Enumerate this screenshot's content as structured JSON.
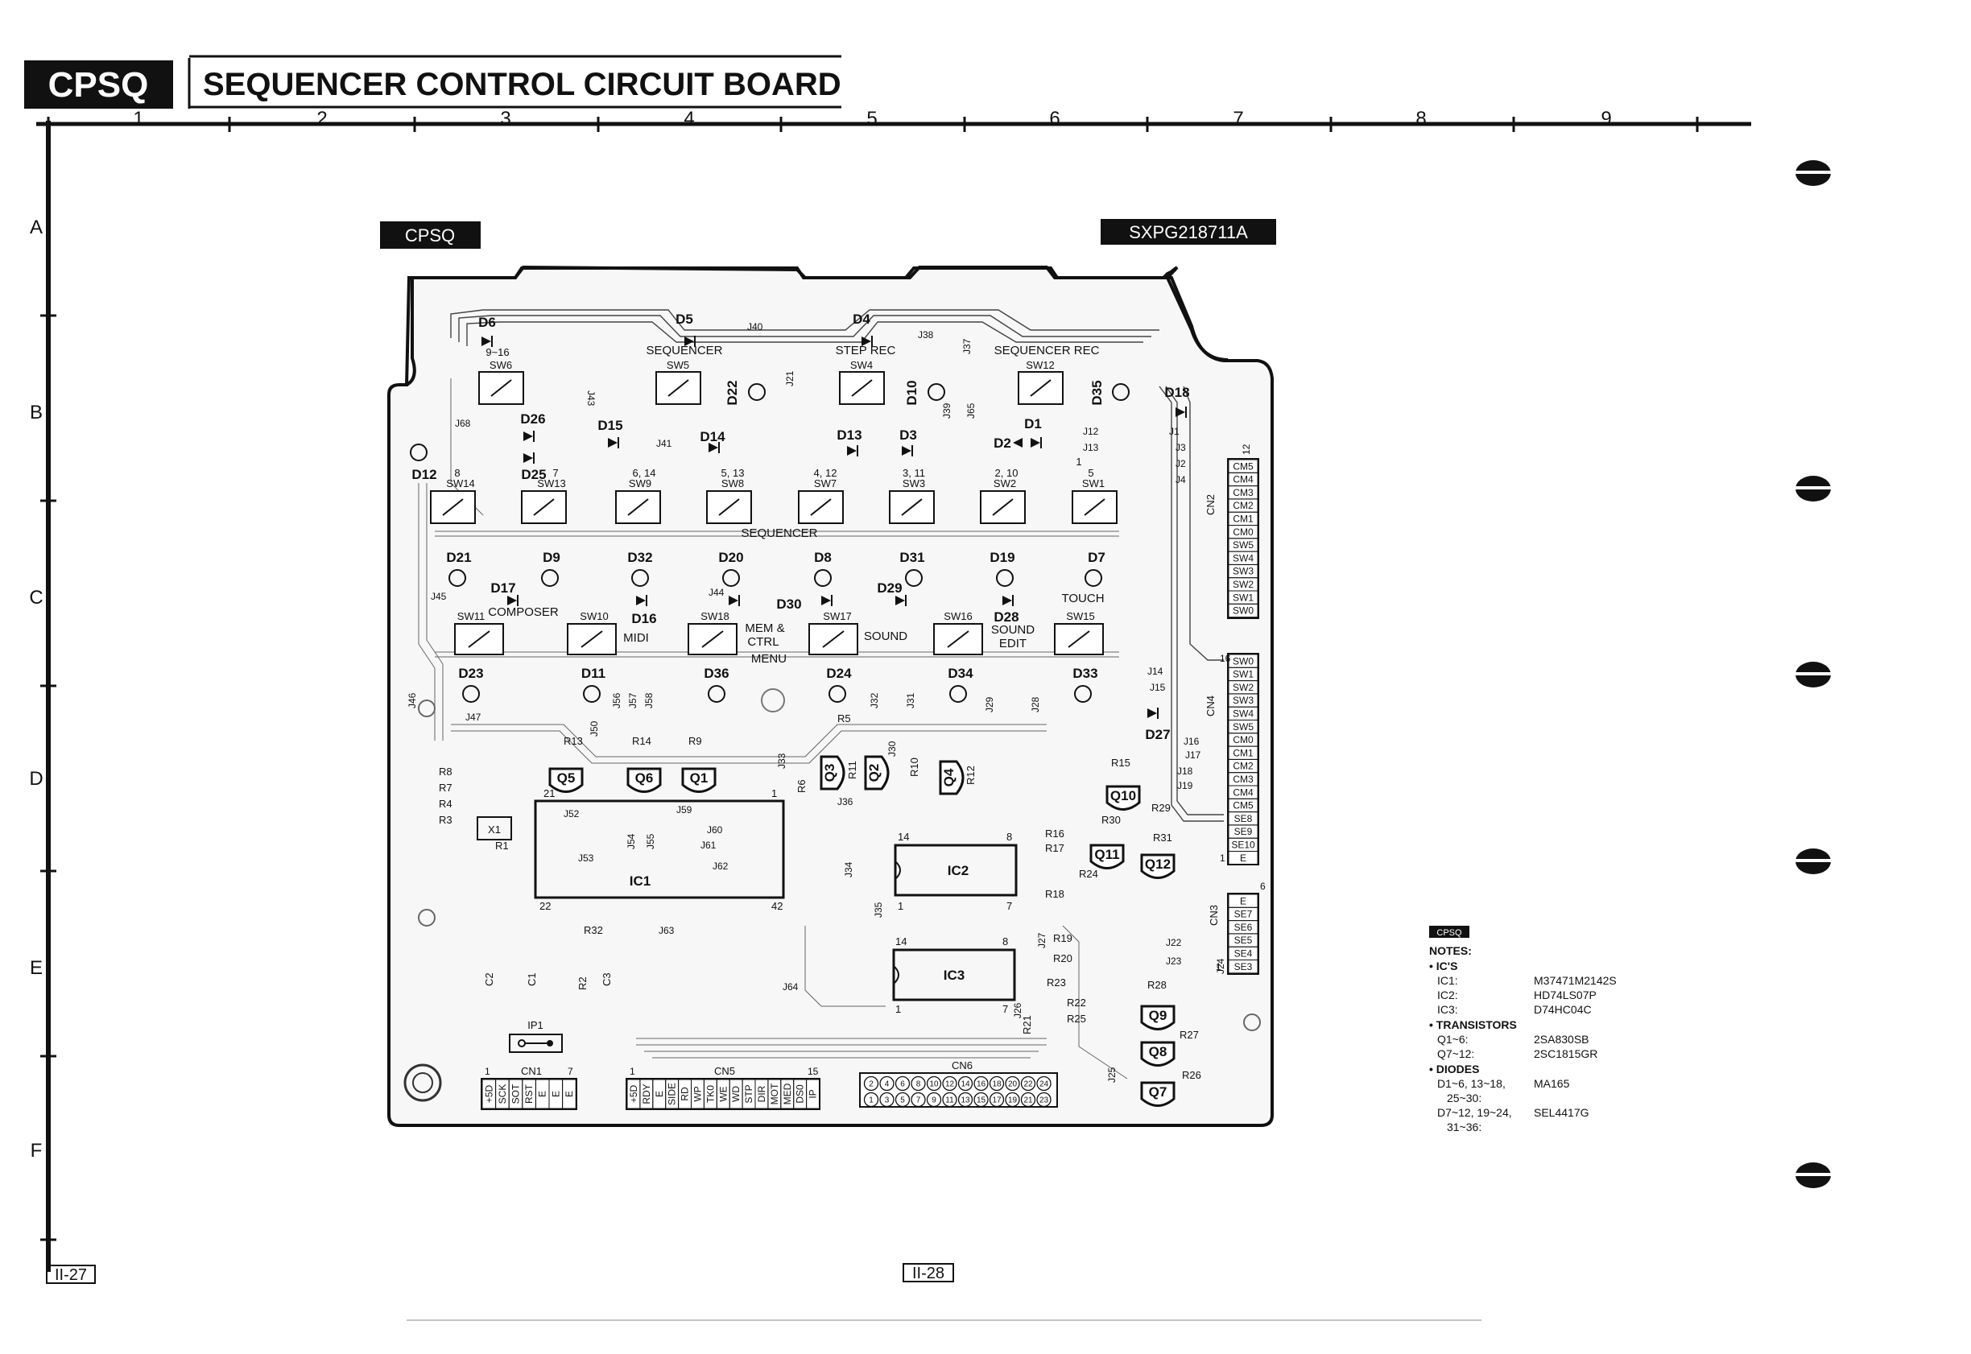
{
  "header": {
    "tag": "CPSQ",
    "title": "SEQUENCER CONTROL CIRCUIT BOARD"
  },
  "grid": {
    "columns": [
      "1",
      "2",
      "3",
      "4",
      "5",
      "6",
      "7",
      "8",
      "9"
    ],
    "rows": [
      "A",
      "B",
      "C",
      "D",
      "E",
      "F"
    ]
  },
  "board": {
    "tag": "CPSQ",
    "part_number": "SXPG218711A",
    "switch_labels": {
      "sw6": "SW6",
      "sw5": "SW5",
      "sw4": "SW4",
      "sw12": "SW12",
      "sw14": "SW14",
      "sw13": "SW13",
      "sw9": "SW9",
      "sw8": "SW8",
      "sw7": "SW7",
      "sw3": "SW3",
      "sw2": "SW2",
      "sw1": "SW1",
      "sw11": "SW11",
      "sw10": "SW10",
      "sw18": "SW18",
      "sw17": "SW17",
      "sw16": "SW16",
      "sw15": "SW15"
    },
    "function_labels": {
      "sequencer_top": "SEQUENCER",
      "step_rec": "STEP REC",
      "sequencer_rec": "SEQUENCER REC",
      "sequencer_mid": "SEQUENCER",
      "composer": "COMPOSER",
      "midi": "MIDI",
      "mem_ctrl_1": "MEM &",
      "mem_ctrl_2": "CTRL",
      "menu": "MENU",
      "sound": "SOUND",
      "sound_edit_1": "SOUND",
      "sound_edit_2": "EDIT",
      "touch": "TOUCH"
    },
    "pad_numbers": {
      "p9_16": "9~16",
      "p8": "8",
      "p7": "7",
      "p6_14": "6, 14",
      "p5_13": "5, 13",
      "p4_12": "4, 12",
      "p3_11": "3, 11",
      "p2_10": "2, 10",
      "p1": "1",
      "p5b": "5"
    },
    "diodes": {
      "d6": "D6",
      "d5": "D5",
      "d4": "D4",
      "d22": "D22",
      "d10": "D10",
      "d35": "D35",
      "d18": "D18",
      "d26": "D26",
      "d15": "D15",
      "d14": "D14",
      "d13": "D13",
      "d3": "D3",
      "d1": "D1",
      "d2": "D2",
      "d12": "D12",
      "d25": "D25",
      "d21": "D21",
      "d9": "D9",
      "d32": "D32",
      "d20": "D20",
      "d8": "D8",
      "d31": "D31",
      "d19": "D19",
      "d7": "D7",
      "d17": "D17",
      "d16": "D16",
      "d30": "D30",
      "d29": "D29",
      "d28": "D28",
      "d23": "D23",
      "d11": "D11",
      "d36": "D36",
      "d24": "D24",
      "d34": "D34",
      "d33": "D33",
      "d27": "D27"
    },
    "transistors": {
      "q5": "Q5",
      "q6": "Q6",
      "q1": "Q1",
      "q3": "Q3",
      "q2": "Q2",
      "q4": "Q4",
      "q10": "Q10",
      "q11": "Q11",
      "q12": "Q12",
      "q9": "Q9",
      "q8": "Q8",
      "q7": "Q7"
    },
    "ics": {
      "ic1": "IC1",
      "ic2": "IC2",
      "ic3": "IC3"
    },
    "ic_pins": {
      "ic1_21": "21",
      "ic1_22": "22",
      "ic1_42": "42",
      "ic1_1": "1",
      "ic2_14": "14",
      "ic2_8": "8",
      "ic2_7": "7",
      "ic2_1": "1",
      "ic3_14": "14",
      "ic3_8": "8",
      "ic3_7": "7",
      "ic3_1": "1"
    },
    "resistors": {
      "r13": "R13",
      "r14": "R14",
      "r9": "R9",
      "r5": "R5",
      "r8": "R8",
      "r7": "R7",
      "r4": "R4",
      "r3": "R3",
      "r1": "R1",
      "r6": "R6",
      "r10": "R10",
      "r11": "R11",
      "r12": "R12",
      "r15": "R15",
      "r29": "R29",
      "r30": "R30",
      "r16": "R16",
      "r17": "R17",
      "r31": "R31",
      "r24": "R24",
      "r18": "R18",
      "r32": "R32",
      "r2": "R2",
      "r19": "R19",
      "r20": "R20",
      "r23": "R23",
      "r22": "R22",
      "r25": "R25",
      "r21": "R21",
      "r28": "R28",
      "r27": "R27",
      "r26": "R26"
    },
    "misc": {
      "x1": "X1",
      "c1": "C1",
      "c2": "C2",
      "c3": "C3",
      "ip1": "IP1",
      "cn1": "CN1",
      "cn2": "CN2",
      "cn3": "CN3",
      "cn4": "CN4",
      "cn5": "CN5",
      "cn6": "CN6"
    },
    "jumpers": {
      "j40": "J40",
      "j21": "J21",
      "j38": "J38",
      "j37": "J37",
      "j39": "J39",
      "j65": "J65",
      "j43": "J43",
      "j68": "J68",
      "j41": "J41",
      "j12": "J12",
      "j13": "J13",
      "j1": "J1",
      "j3": "J3",
      "j2": "J2",
      "j4": "J4",
      "j14": "J14",
      "j15": "J15",
      "j16": "J16",
      "j17": "J17",
      "j18": "J18",
      "j19": "J19",
      "j45": "J45",
      "j44": "J44",
      "j46": "J46",
      "j47": "J47",
      "j50": "J50",
      "j56": "J56",
      "j57": "J57",
      "j58": "J58",
      "j32": "J32",
      "j31": "J31",
      "j29": "J29",
      "j30": "J30",
      "j33": "J33",
      "j36": "J36",
      "j52": "J52",
      "j53": "J53",
      "j54": "J54",
      "j55": "J55",
      "j59": "J59",
      "j60": "J60",
      "j61": "J61",
      "j62": "J62",
      "j34": "J34",
      "j35": "J35",
      "j63": "J63",
      "j64": "J64",
      "j22": "J22",
      "j23": "J23",
      "j24": "J24",
      "j25": "J25",
      "j26": "J26",
      "j27": "J27",
      "j28": "J28"
    },
    "cn2_pins": [
      "CM5",
      "CM4",
      "CM3",
      "CM2",
      "CM1",
      "CM0",
      "SW5",
      "SW4",
      "SW3",
      "SW2",
      "SW1",
      "SW0"
    ],
    "cn2_end": "12",
    "cn4_pins": [
      "SW0",
      "SW1",
      "SW2",
      "SW3",
      "SW4",
      "SW5",
      "CM0",
      "CM1",
      "CM2",
      "CM3",
      "CM4",
      "CM5",
      "SE8",
      "SE9",
      "SE10",
      "E"
    ],
    "cn4_end_top": "16",
    "cn4_end_bottom": "1",
    "cn3_pins": [
      "E",
      "SE7",
      "SE6",
      "SE5",
      "SE4",
      "SE3"
    ],
    "cn3_end_top": "6",
    "cn3_end_bottom": "1",
    "cn1_pins": [
      "+5D",
      "SCK",
      "SOT",
      "RST",
      "E",
      "E",
      "E"
    ],
    "cn1_ends": [
      "1",
      "7"
    ],
    "cn5_pins": [
      "+5D",
      "RDY",
      "E",
      "SIDE",
      "RD",
      "WP",
      "TK0",
      "WE",
      "WD",
      "STP",
      "DIR",
      "MOT",
      "MED",
      "DS0",
      "IP"
    ],
    "cn5_ends": [
      "1",
      "15"
    ],
    "cn6_top": [
      "2",
      "4",
      "6",
      "8",
      "10",
      "12",
      "14",
      "16",
      "18",
      "20",
      "22",
      "24"
    ],
    "cn6_bottom": [
      "1",
      "3",
      "5",
      "7",
      "9",
      "11",
      "13",
      "15",
      "17",
      "19",
      "21",
      "23"
    ]
  },
  "notes": {
    "tag": "CPSQ",
    "title": "NOTES:",
    "sections": [
      {
        "heading": "• IC'S",
        "rows": [
          {
            "ref": "IC1:",
            "part": "M37471M2142S"
          },
          {
            "ref": "IC2:",
            "part": "HD74LS07P"
          },
          {
            "ref": "IC3:",
            "part": "D74HC04C"
          }
        ]
      },
      {
        "heading": "• TRANSISTORS",
        "rows": [
          {
            "ref": "Q1~6:",
            "part": "2SA830SB"
          },
          {
            "ref": "Q7~12:",
            "part": "2SC1815GR"
          }
        ]
      },
      {
        "heading": "• DIODES",
        "rows": [
          {
            "ref": "D1~6, 13~18,",
            "part": "MA165"
          },
          {
            "ref": "25~30:",
            "part": ""
          },
          {
            "ref": "D7~12, 19~24,",
            "part": "SEL4417G"
          },
          {
            "ref": "31~36:",
            "part": ""
          }
        ]
      }
    ]
  },
  "page_numbers": {
    "left": "II-27",
    "right": "II-28"
  }
}
